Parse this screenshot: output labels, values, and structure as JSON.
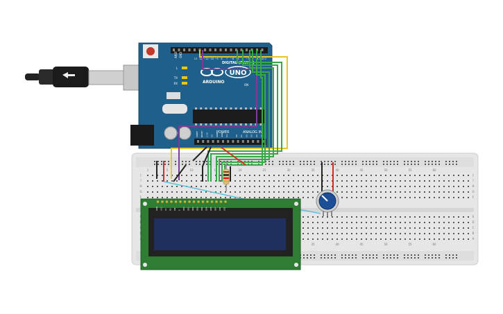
{
  "canvas": {
    "background": "#ffffff"
  },
  "arduino": {
    "board_color": "#1f5f8b",
    "brand": "ARDUINO",
    "model": "UNO",
    "digital_label": "DIGITAL (PWM~)",
    "power_label": "POWER",
    "analog_label": "ANALOG IN",
    "aref_label": "AREF",
    "gnd_label": "GND",
    "l_label": "L",
    "tx_label": "TX",
    "rx_label": "RX",
    "on_label": "ON",
    "digital_pins": [
      "13",
      "12",
      "~11",
      "~10",
      "~9",
      "8",
      "7",
      "~6",
      "~5",
      "4",
      "~3",
      "2",
      "TX 1",
      "RX 0"
    ],
    "power_pins": [
      "IOREF",
      "RESET",
      "3.3V",
      "5V",
      "GND",
      "GND",
      "Vin"
    ],
    "analog_pins": [
      "A0",
      "A1",
      "A2",
      "A3",
      "A4",
      "A5"
    ]
  },
  "usb": {
    "color": "#222222"
  },
  "breadboard": {
    "color": "#e9e9e9",
    "col_numbers": [
      "1",
      "5",
      "10",
      "15",
      "20",
      "25",
      "30",
      "35",
      "40",
      "45",
      "50",
      "55",
      "60"
    ],
    "row_letters_top": [
      "J",
      "I",
      "H",
      "G",
      "F"
    ],
    "row_letters_bottom": [
      "E",
      "D",
      "C",
      "B",
      "A"
    ]
  },
  "lcd": {
    "board_color": "#2f7d32",
    "screen_color": "#1f2f5e",
    "pins": [
      "GND",
      "VCC",
      "V0",
      "RS",
      "RW",
      "E",
      "DB0",
      "DB1",
      "DB2",
      "DB3",
      "DB4",
      "DB5",
      "DB6",
      "DB7",
      "LED",
      "LED"
    ]
  },
  "potentiometer": {
    "color": "#1c4f96"
  },
  "resistor": {
    "bands": [
      "#8b4513",
      "#000000",
      "#ff0000",
      "#d4af37"
    ]
  },
  "wire_colors": {
    "yellow": "#e6c62a",
    "purple": "#7d3c98",
    "green": "#3aa64a",
    "red": "#d62d20",
    "black": "#222222",
    "cyan": "#5bc0de"
  }
}
